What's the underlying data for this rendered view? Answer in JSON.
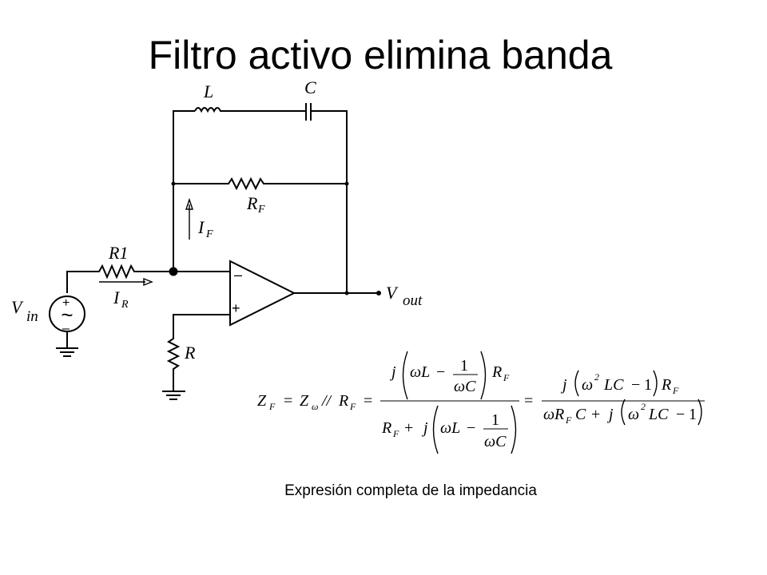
{
  "title": "Filtro activo elimina banda",
  "circuit": {
    "inductor_label": "L",
    "capacitor_label": "C",
    "rf_label": "R",
    "rf_sub": "F",
    "if_label": "I",
    "if_sub": "F",
    "r1_label": "R1",
    "ir_label": "I",
    "ir_sub": "R",
    "r_label": "R",
    "vin_label": "V",
    "vin_sub": "in",
    "vout_label": "V",
    "vout_sub": "out",
    "opamp_minus": "–",
    "opamp_plus": "+",
    "source_plus": "+",
    "source_minus": "–",
    "source_tilde": "~"
  },
  "equation": {
    "lhs_Z": "Z",
    "lhs_Z_sub": "F",
    "eq1": "=",
    "Zw": "Z",
    "Zw_sub": "ω",
    "parallel": "//",
    "RF": "R",
    "RF_sub": "F",
    "eq2": "=",
    "f1_num_j": "j",
    "f1_num_wL": "ωL",
    "f1_num_minus": "−",
    "f1_num_one": "1",
    "f1_num_wC": "ωC",
    "f1_num_R": "R",
    "f1_num_R_sub": "F",
    "f1_den_R": "R",
    "f1_den_R_sub": "F",
    "f1_den_plus": "+",
    "f1_den_j": "j",
    "f1_den_wL": "ωL",
    "f1_den_minus": "−",
    "f1_den_one": "1",
    "f1_den_wC": "ωC",
    "eq3": "=",
    "f2_num_j": "j",
    "f2_num_w": "ω",
    "f2_num_sq": "2",
    "f2_num_LC": "LC",
    "f2_num_minus": "−",
    "f2_num_one": "1",
    "f2_num_R": "R",
    "f2_num_R_sub": "F",
    "f2_den_w": "ω",
    "f2_den_R": "R",
    "f2_den_R_sub": "F",
    "f2_den_C": "C",
    "f2_den_plus": "+",
    "f2_den_j": "j",
    "f2_den_w2": "ω",
    "f2_den_sq": "2",
    "f2_den_LC": "LC",
    "f2_den_minus": "−",
    "f2_den_one": "1"
  },
  "caption": "Expresión completa de la impedancia"
}
